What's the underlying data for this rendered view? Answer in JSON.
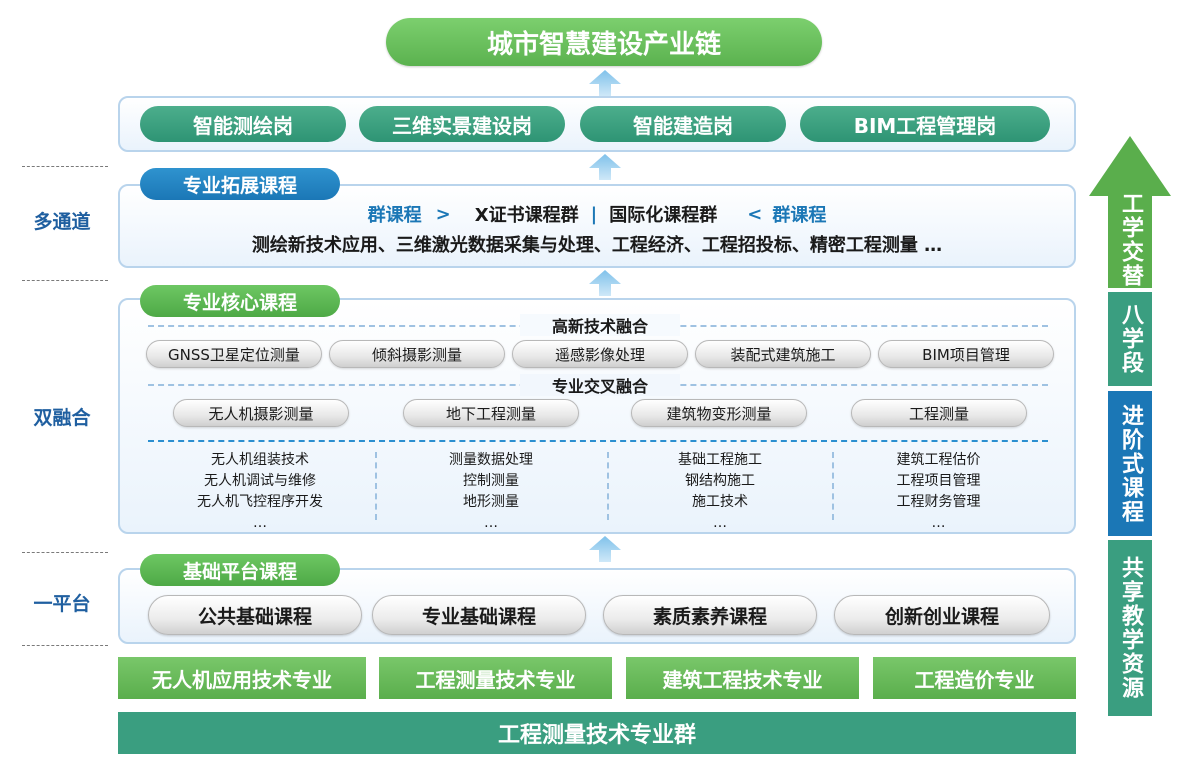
{
  "top_title": "城市智慧建设产业链",
  "positions": [
    "智能测绘岗",
    "三维实景建设岗",
    "智能建造岗",
    "BIM工程管理岗"
  ],
  "left_labels": {
    "multi": "多通道",
    "dual": "双融合",
    "single": "一平台"
  },
  "ext": {
    "tag": "专业拓展课程",
    "row1": {
      "left": "群课程",
      "gt": ">",
      "x_cert": "X证书课程群",
      "bar": "|",
      "intl": "国际化课程群",
      "lt": "<",
      "right": "群课程"
    },
    "row2": "测绘新技术应用、三维激光数据采集与处理、工程经济、工程招投标、精密工程测量 …"
  },
  "core": {
    "tag": "专业核心课程",
    "hightech_title": "高新技术融合",
    "hightech": [
      "GNSS卫星定位测量",
      "倾斜摄影测量",
      "遥感影像处理",
      "装配式建筑施工",
      "BIM项目管理"
    ],
    "cross_title": "专业交叉融合",
    "cross": [
      "无人机摄影测量",
      "地下工程测量",
      "建筑物变形测量",
      "工程测量"
    ],
    "cols": [
      [
        "无人机组装技术",
        "无人机调试与维修",
        "无人机飞控程序开发",
        "…"
      ],
      [
        "测量数据处理",
        "控制测量",
        "地形测量",
        "…"
      ],
      [
        "基础工程施工",
        "钢结构施工",
        "施工技术",
        "…"
      ],
      [
        "建筑工程估价",
        "工程项目管理",
        "工程财务管理",
        "…"
      ]
    ]
  },
  "base": {
    "tag": "基础平台课程",
    "items": [
      "公共基础课程",
      "专业基础课程",
      "素质素养课程",
      "创新创业课程"
    ]
  },
  "majors": [
    "无人机应用技术专业",
    "工程测量技术专业",
    "建筑工程技术专业",
    "工程造价专业"
  ],
  "group": "工程测量技术专业群",
  "side": [
    "工学交替",
    "八学段",
    "进阶式课程",
    "共享教学资源"
  ],
  "colors": {
    "green": "#5aae4c",
    "teal": "#3a9e80",
    "blue": "#1b77b6",
    "panel_border": "#b9d4ec"
  }
}
